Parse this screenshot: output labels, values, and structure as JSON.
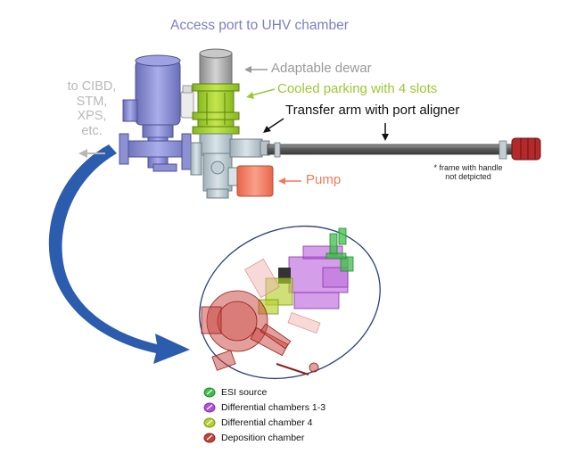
{
  "labels": {
    "access_port": "Access port to UHV chamber",
    "adaptable_dewar": "Adaptable dewar",
    "cooled_parking": "Cooled parking with 4 slots",
    "transfer_arm": "Transfer arm with port aligner",
    "pump": "Pump",
    "to_other_lines": [
      "to CIBD,",
      "STM,",
      "XPS,",
      "etc."
    ],
    "frame_note": [
      "* frame with handle",
      "not detpicted"
    ]
  },
  "legend": [
    {
      "label": "ESI source",
      "color": "#3fbf4a"
    },
    {
      "label": "Differential chambers 1-3",
      "color": "#b14fd6"
    },
    {
      "label": "Differential chamber 4",
      "color": "#b5d12c"
    },
    {
      "label": "Deposition chamber",
      "color": "#c8403a"
    }
  ],
  "colors": {
    "access_port": "#7b7fc4",
    "dewar": "#9a9a9a",
    "parking": "#9cc832",
    "transfer_arm": "#111111",
    "pump": "#f07a5a",
    "to_lines": "#b8b8b8",
    "arrow": "#2b5cad"
  }
}
